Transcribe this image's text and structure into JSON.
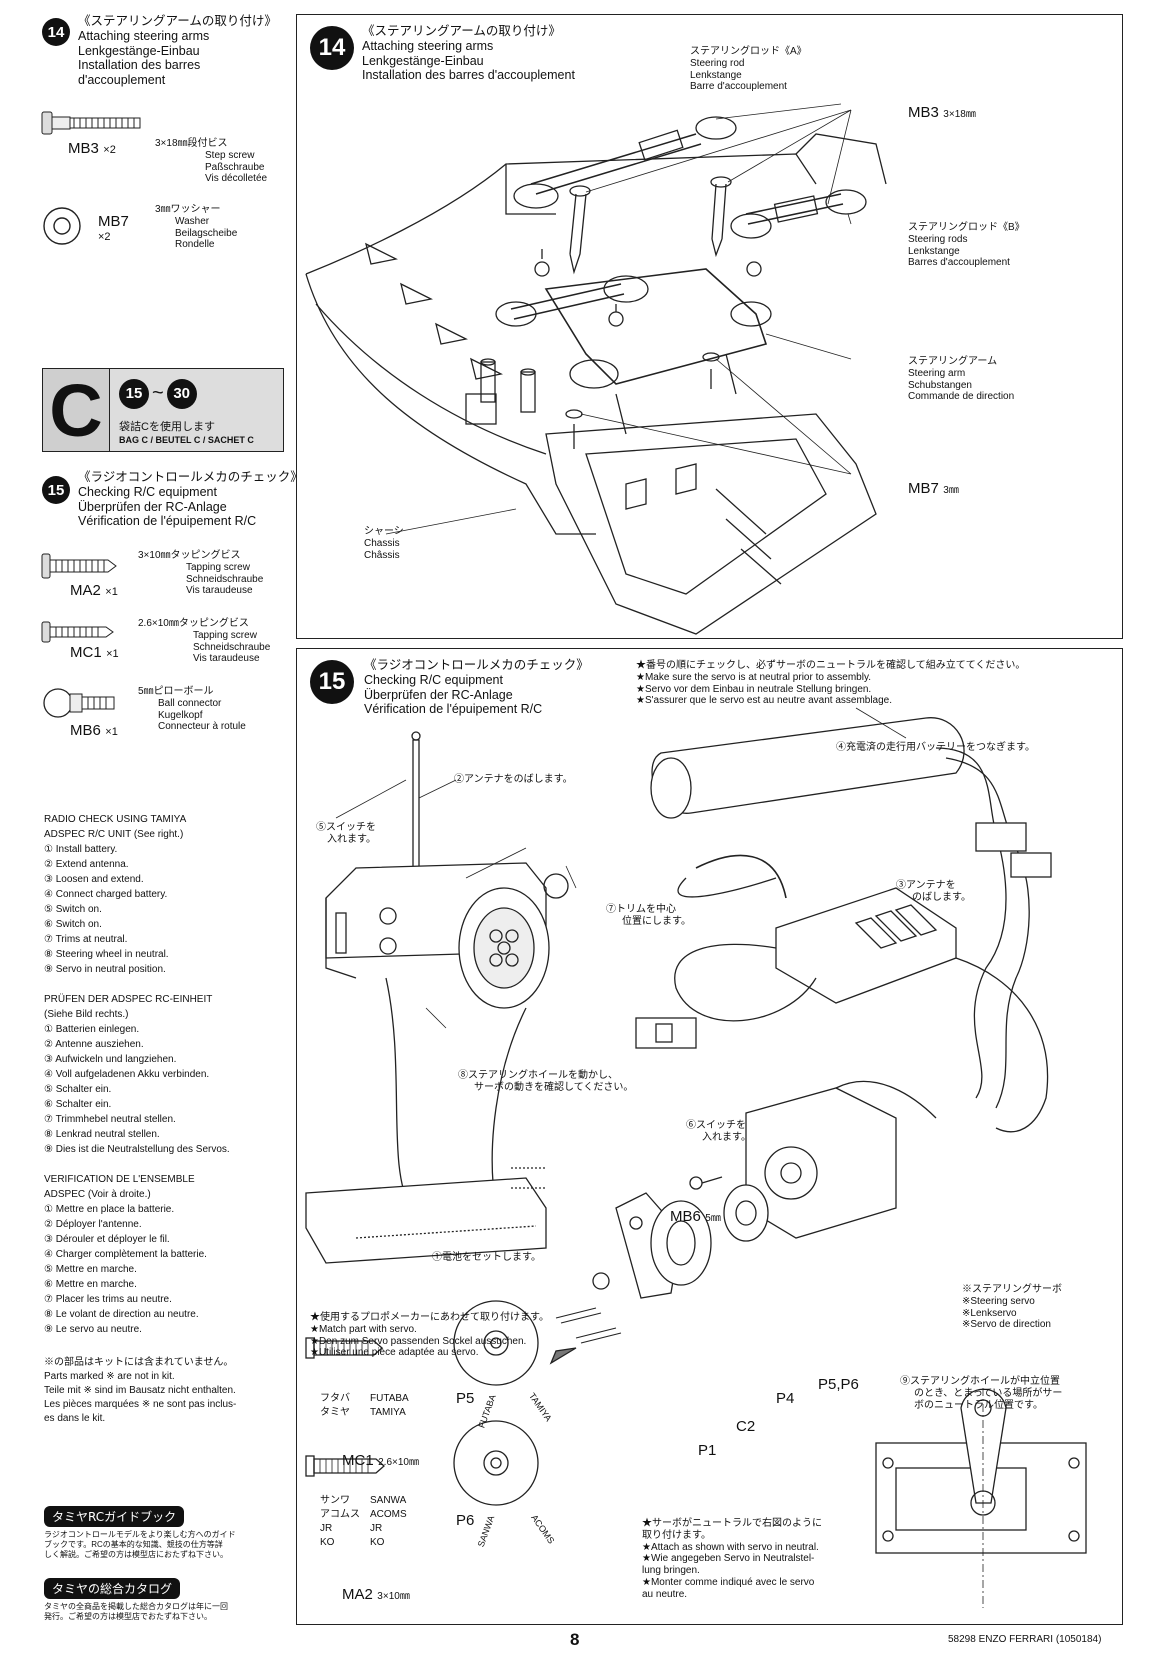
{
  "step14_side": {
    "num": "14",
    "title_lines": [
      "《ステアリングアームの取り付け》",
      "Attaching steering arms",
      "Lenkgestänge-Einbau",
      "Installation des barres",
      "d'accouplement"
    ],
    "parts": [
      {
        "code": "MB3",
        "qty": "×2",
        "desc": [
          "3×18㎜段付ビス",
          "Step screw",
          "Paßschraube",
          "Vis décolletée"
        ]
      },
      {
        "code": "MB7",
        "qty": "×2",
        "desc": [
          "3㎜ワッシャー",
          "Washer",
          "Beilagscheibe",
          "Rondelle"
        ]
      }
    ]
  },
  "bag": {
    "letter": "C",
    "range_from": "15",
    "range_to": "30",
    "range_sep": "~",
    "text1": "袋詰Cを使用します",
    "text2": "BAG C / BEUTEL C / SACHET C"
  },
  "step15_side": {
    "num": "15",
    "title_lines": [
      "《ラジオコントロールメカのチェック》",
      "Checking R/C equipment",
      "Überprüfen der RC-Anlage",
      "Vérification de l'épuipement R/C"
    ],
    "parts": [
      {
        "code": "MA2",
        "qty": "×1",
        "desc": [
          "3×10㎜タッピングビス",
          "Tapping screw",
          "Schneidschraube",
          "Vis taraudeuse"
        ]
      },
      {
        "code": "MC1",
        "qty": "×1",
        "desc": [
          "2.6×10㎜タッピングビス",
          "Tapping screw",
          "Schneidschraube",
          "Vis taraudeuse"
        ]
      },
      {
        "code": "MB6",
        "qty": "×1",
        "desc": [
          "5㎜ピローボール",
          "Ball connector",
          "Kugelkopf",
          "Connecteur à rotule"
        ]
      }
    ]
  },
  "radio_check": [
    [
      "RADIO CHECK USING TAMIYA",
      "ADSPEC R/C UNIT (See right.)",
      "① Install battery.",
      "② Extend antenna.",
      "③ Loosen and extend.",
      "④ Connect charged battery.",
      "⑤ Switch on.",
      "⑥ Switch on.",
      "⑦ Trims at neutral.",
      "⑧ Steering wheel in neutral.",
      "⑨ Servo in neutral position."
    ],
    [
      "PRÜFEN DER ADSPEC RC-EINHEIT",
      "(Siehe Bild rechts.)",
      "① Batterien einlegen.",
      "② Antenne ausziehen.",
      "③ Aufwickeln und langziehen.",
      "④ Voll aufgeladenen Akku verbinden.",
      "⑤ Schalter ein.",
      "⑥ Schalter ein.",
      "⑦ Trimmhebel neutral stellen.",
      "⑧ Lenkrad neutral stellen.",
      "⑨ Dies ist die Neutralstellung des Servos."
    ],
    [
      "VERIFICATION DE L'ENSEMBLE",
      "ADSPEC (Voir à droite.)",
      "① Mettre en place la batterie.",
      "② Déployer l'antenne.",
      "③ Dérouler et déployer le fil.",
      "④ Charger complètement la batterie.",
      "⑤ Mettre en marche.",
      "⑥ Mettre en marche.",
      "⑦ Placer les trims au neutre.",
      "⑧ Le volant de direction au neutre.",
      "⑨ Le servo au neutre."
    ]
  ],
  "note_parts": [
    "※の部品はキットには含まれていません。",
    "Parts marked ※ are not in kit.",
    "Teile mit ※ sind im Bausatz nicht enthalten.",
    "Les pièces marquées ※ ne sont pas inclus-",
    "es dans le kit."
  ],
  "guidebook": {
    "label": "タミヤRCガイドブック",
    "text": [
      "ラジオコントロールモデルをより楽しむ方へのガイド",
      "ブックです。RCの基本的な知識、競技の仕方等詳",
      "しく解説。ご希望の方は模型店におたずね下さい。"
    ]
  },
  "catalog": {
    "label": "タミヤの総合カタログ",
    "text": [
      "タミヤの全商品を掲載した総合カタログは年に一回",
      "発行。ご希望の方は模型店でおたずね下さい。"
    ]
  },
  "step14_main": {
    "num": "14",
    "title_lines": [
      "《ステアリングアームの取り付け》",
      "Attaching steering arms",
      "Lenkgestänge-Einbau",
      "Installation des barres d'accouplement"
    ],
    "rodA": [
      "ステアリングロッド《A》",
      "Steering rod",
      "Lenkstange",
      "Barre d'accouplement"
    ],
    "mb3": "MB3",
    "mb3_size": "3×18㎜",
    "rodB": [
      "ステアリングロッド《B》",
      "Steering rods",
      "Lenkstange",
      "Barres d'accouplement"
    ],
    "arm": [
      "ステアリングアーム",
      "Steering arm",
      "Schubstangen",
      "Commande de direction"
    ],
    "mb7": "MB7",
    "mb7_size": "3㎜",
    "chassis": [
      "シャーシ",
      "Chassis",
      "Châssis"
    ]
  },
  "step15_main": {
    "num": "15",
    "title_lines": [
      "《ラジオコントロールメカのチェック》",
      "Checking R/C equipment",
      "Überprüfen der RC-Anlage",
      "Vérification de l'épuipement R/C"
    ],
    "notes": [
      "★番号の順にチェックし、必ずサーボのニュートラルを確認して組み立ててください。",
      "★Make sure the servo is at neutral prior to assembly.",
      "★Servo vor dem Einbau in neutrale Stellung bringen.",
      "★S'assurer que le servo est au neutre avant assemblage."
    ],
    "c4": "④充電済の走行用バッテリーをつなぎます。",
    "c2": "②アンテナをのばします。",
    "c5": [
      "⑤スイッチを",
      "入れます。"
    ],
    "c3": [
      "③アンテナを",
      "のばします。"
    ],
    "c7": [
      "⑦トリムを中心",
      "位置にします。"
    ],
    "c8": [
      "⑧ステアリングホイールを動かし、",
      "サーボの動きを確認してください。"
    ],
    "c6": [
      "⑥スイッチを",
      "入れます。"
    ],
    "c1": "①電池をセットします。",
    "mb6": "MB6",
    "mb6_size": "5㎜",
    "servo": [
      "※ステアリングサーボ",
      "※Steering servo",
      "※Lenkservo",
      "※Servo de direction"
    ],
    "match": [
      "★使用するプロポメーカーにあわせて取り付けます。",
      "★Match part with servo.",
      "★Den zum Servo passenden Sockel aussuchen.",
      "★Utiliser une pièce adaptée au servo."
    ],
    "c9": [
      "⑨ステアリングホイールが中立位置",
      "のとき、とまっている場所がサー",
      "ボのニュートラル位置です。"
    ],
    "p_labels": {
      "p5": "P5",
      "p4": "P4",
      "p5p6": "P5,P6",
      "c2": "C2",
      "p1": "P1",
      "p6": "P6"
    },
    "futaba_rows": [
      [
        "フタバ",
        "FUTABA"
      ],
      [
        "タミヤ",
        "TAMIYA"
      ]
    ],
    "mc1": "MC1",
    "mc1_size": "2.6×10㎜",
    "sanwa_rows": [
      [
        "サンワ",
        "SANWA"
      ],
      [
        "アコムス",
        "ACOMS"
      ],
      [
        "JR",
        "JR"
      ],
      [
        "KO",
        "KO"
      ]
    ],
    "ma2": "MA2",
    "ma2_size": "3×10㎜",
    "disc_p5": [
      "FUTABA",
      "TAMIYA"
    ],
    "disc_p6": [
      "SANWA",
      "ACOMS"
    ],
    "neutral_note": [
      "★サーボがニュートラルで右図のように",
      "取り付けます。",
      "★Attach as shown with servo in neutral.",
      "★Wie angegeben Servo in Neutralstel-",
      "lung bringen.",
      "★Monter comme indiqué avec le servo",
      "au neutre."
    ]
  },
  "footer": {
    "page": "8",
    "code": "58298 ENZO FERRARI (1050184)"
  }
}
